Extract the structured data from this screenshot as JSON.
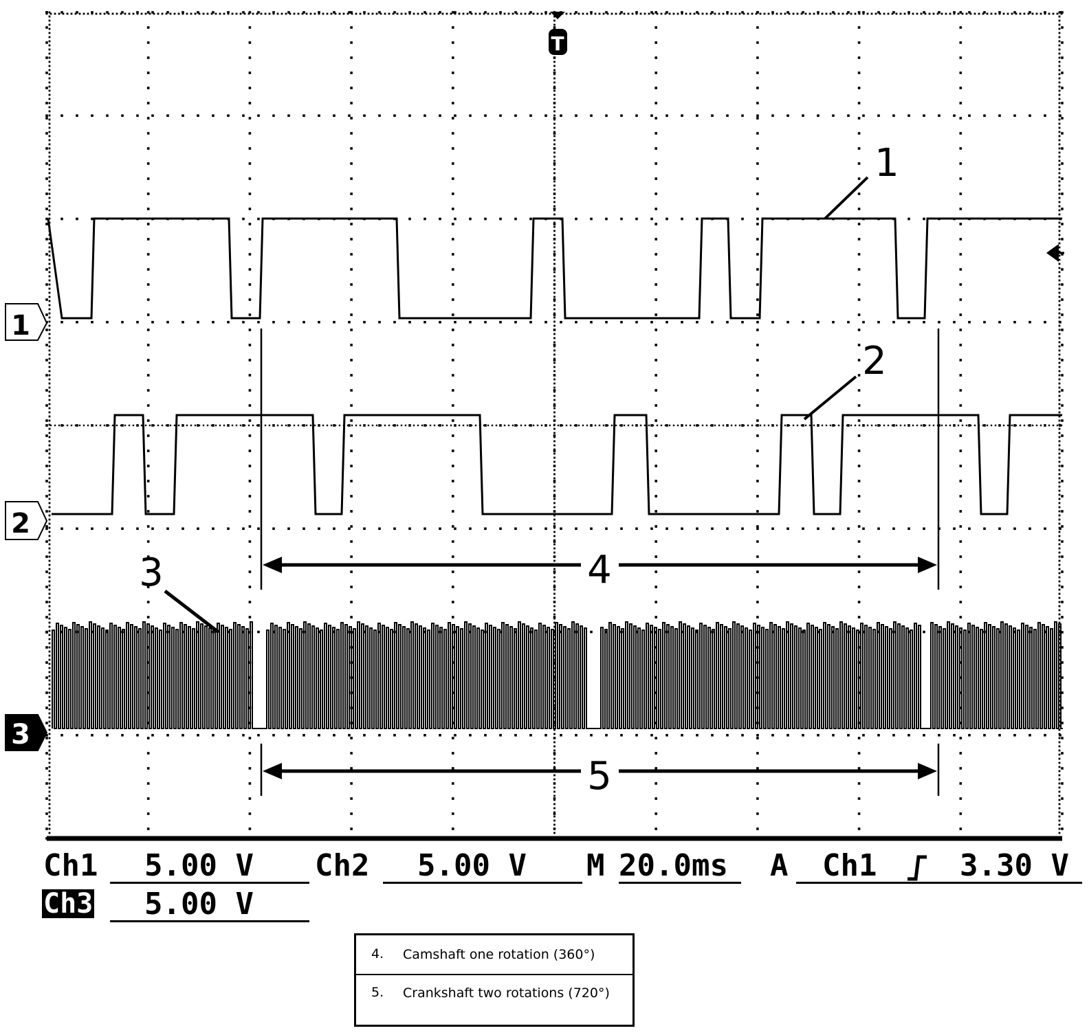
{
  "screen": {
    "trigger_marker": "T",
    "channel_markers": [
      "1",
      "2",
      "3"
    ],
    "callouts": [
      "1",
      "2",
      "3",
      "4",
      "5"
    ]
  },
  "readouts": {
    "ch1_label": "Ch1",
    "ch1_scale": "5.00 V",
    "ch2_label": "Ch2",
    "ch2_scale": "5.00 V",
    "time_label": "M",
    "time_scale": "20.0ms",
    "trigger_label": "A",
    "trigger_source": "Ch1",
    "trigger_level": "3.30 V",
    "ch3_label": "Ch3",
    "ch3_scale": "5.00 V"
  },
  "legend": {
    "items": [
      {
        "num": "4.",
        "text": "Camshaft one rotation (360°)"
      },
      {
        "num": "5.",
        "text": "Crankshaft two rotations (720°)"
      }
    ]
  }
}
